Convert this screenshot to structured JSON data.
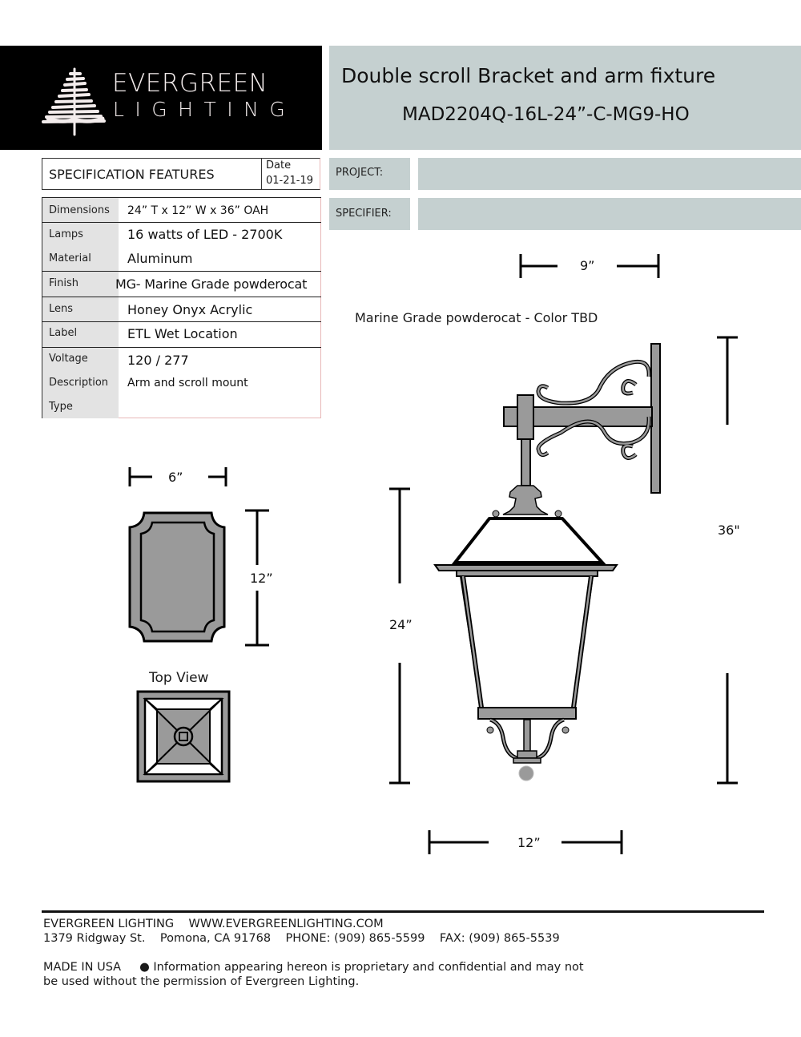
{
  "logo": {
    "line1": "EVERGREEN",
    "line2": "LIGHTING",
    "icon": "evergreen-tree-icon",
    "bg_color": "#000000",
    "fg_color": "#f3ecec"
  },
  "header": {
    "title": "Double scroll Bracket and arm fixture",
    "model": "MAD2204Q-16L-24”-C-MG9-HO",
    "bg_color": "#c5d0d0"
  },
  "project": {
    "project_label": "PROJECT:",
    "project_value": "",
    "specifier_label": "SPECIFIER:",
    "specifier_value": ""
  },
  "spec": {
    "title": "SPECIFICATION FEATURES",
    "date_label": "Date",
    "date_value": "01-21-19",
    "rows": [
      {
        "label": "Dimensions",
        "value": "24” T x 12” W x  36” OAH"
      },
      {
        "label": "Lamps",
        "value": "16 watts of LED - 2700K"
      },
      {
        "label": "Material",
        "value": "Aluminum"
      },
      {
        "label": "Finish",
        "value": "MG- Marine Grade powderocat"
      },
      {
        "label": "Lens",
        "value": "Honey Onyx Acrylic"
      },
      {
        "label": "Label",
        "value": "ETL Wet Location"
      },
      {
        "label": "Voltage",
        "value": "120 / 277"
      },
      {
        "label": "Description",
        "value": "Arm and scroll mount"
      },
      {
        "label": "Type",
        "value": ""
      }
    ]
  },
  "drawings": {
    "finish_note": "Marine Grade powderocat - Color TBD",
    "backplate_width": "6”",
    "backplate_height": "12”",
    "top_view_label": "Top View",
    "arm_depth": "9”",
    "lantern_height": "24”",
    "overall_height": "36\"",
    "lantern_width": "12”"
  },
  "footer": {
    "line1": "EVERGREEN LIGHTING    WWW.EVERGREENLIGHTING.COM",
    "line2": "1379 Ridgway St.    Pomona, CA 91768    PHONE: (909) 865-5599    FAX: (909) 865-5539",
    "line3": "MADE IN USA     ● Information appearing hereon is proprietary and confidential and may not",
    "line4": "be used without the permission of Evergreen Lighting."
  }
}
